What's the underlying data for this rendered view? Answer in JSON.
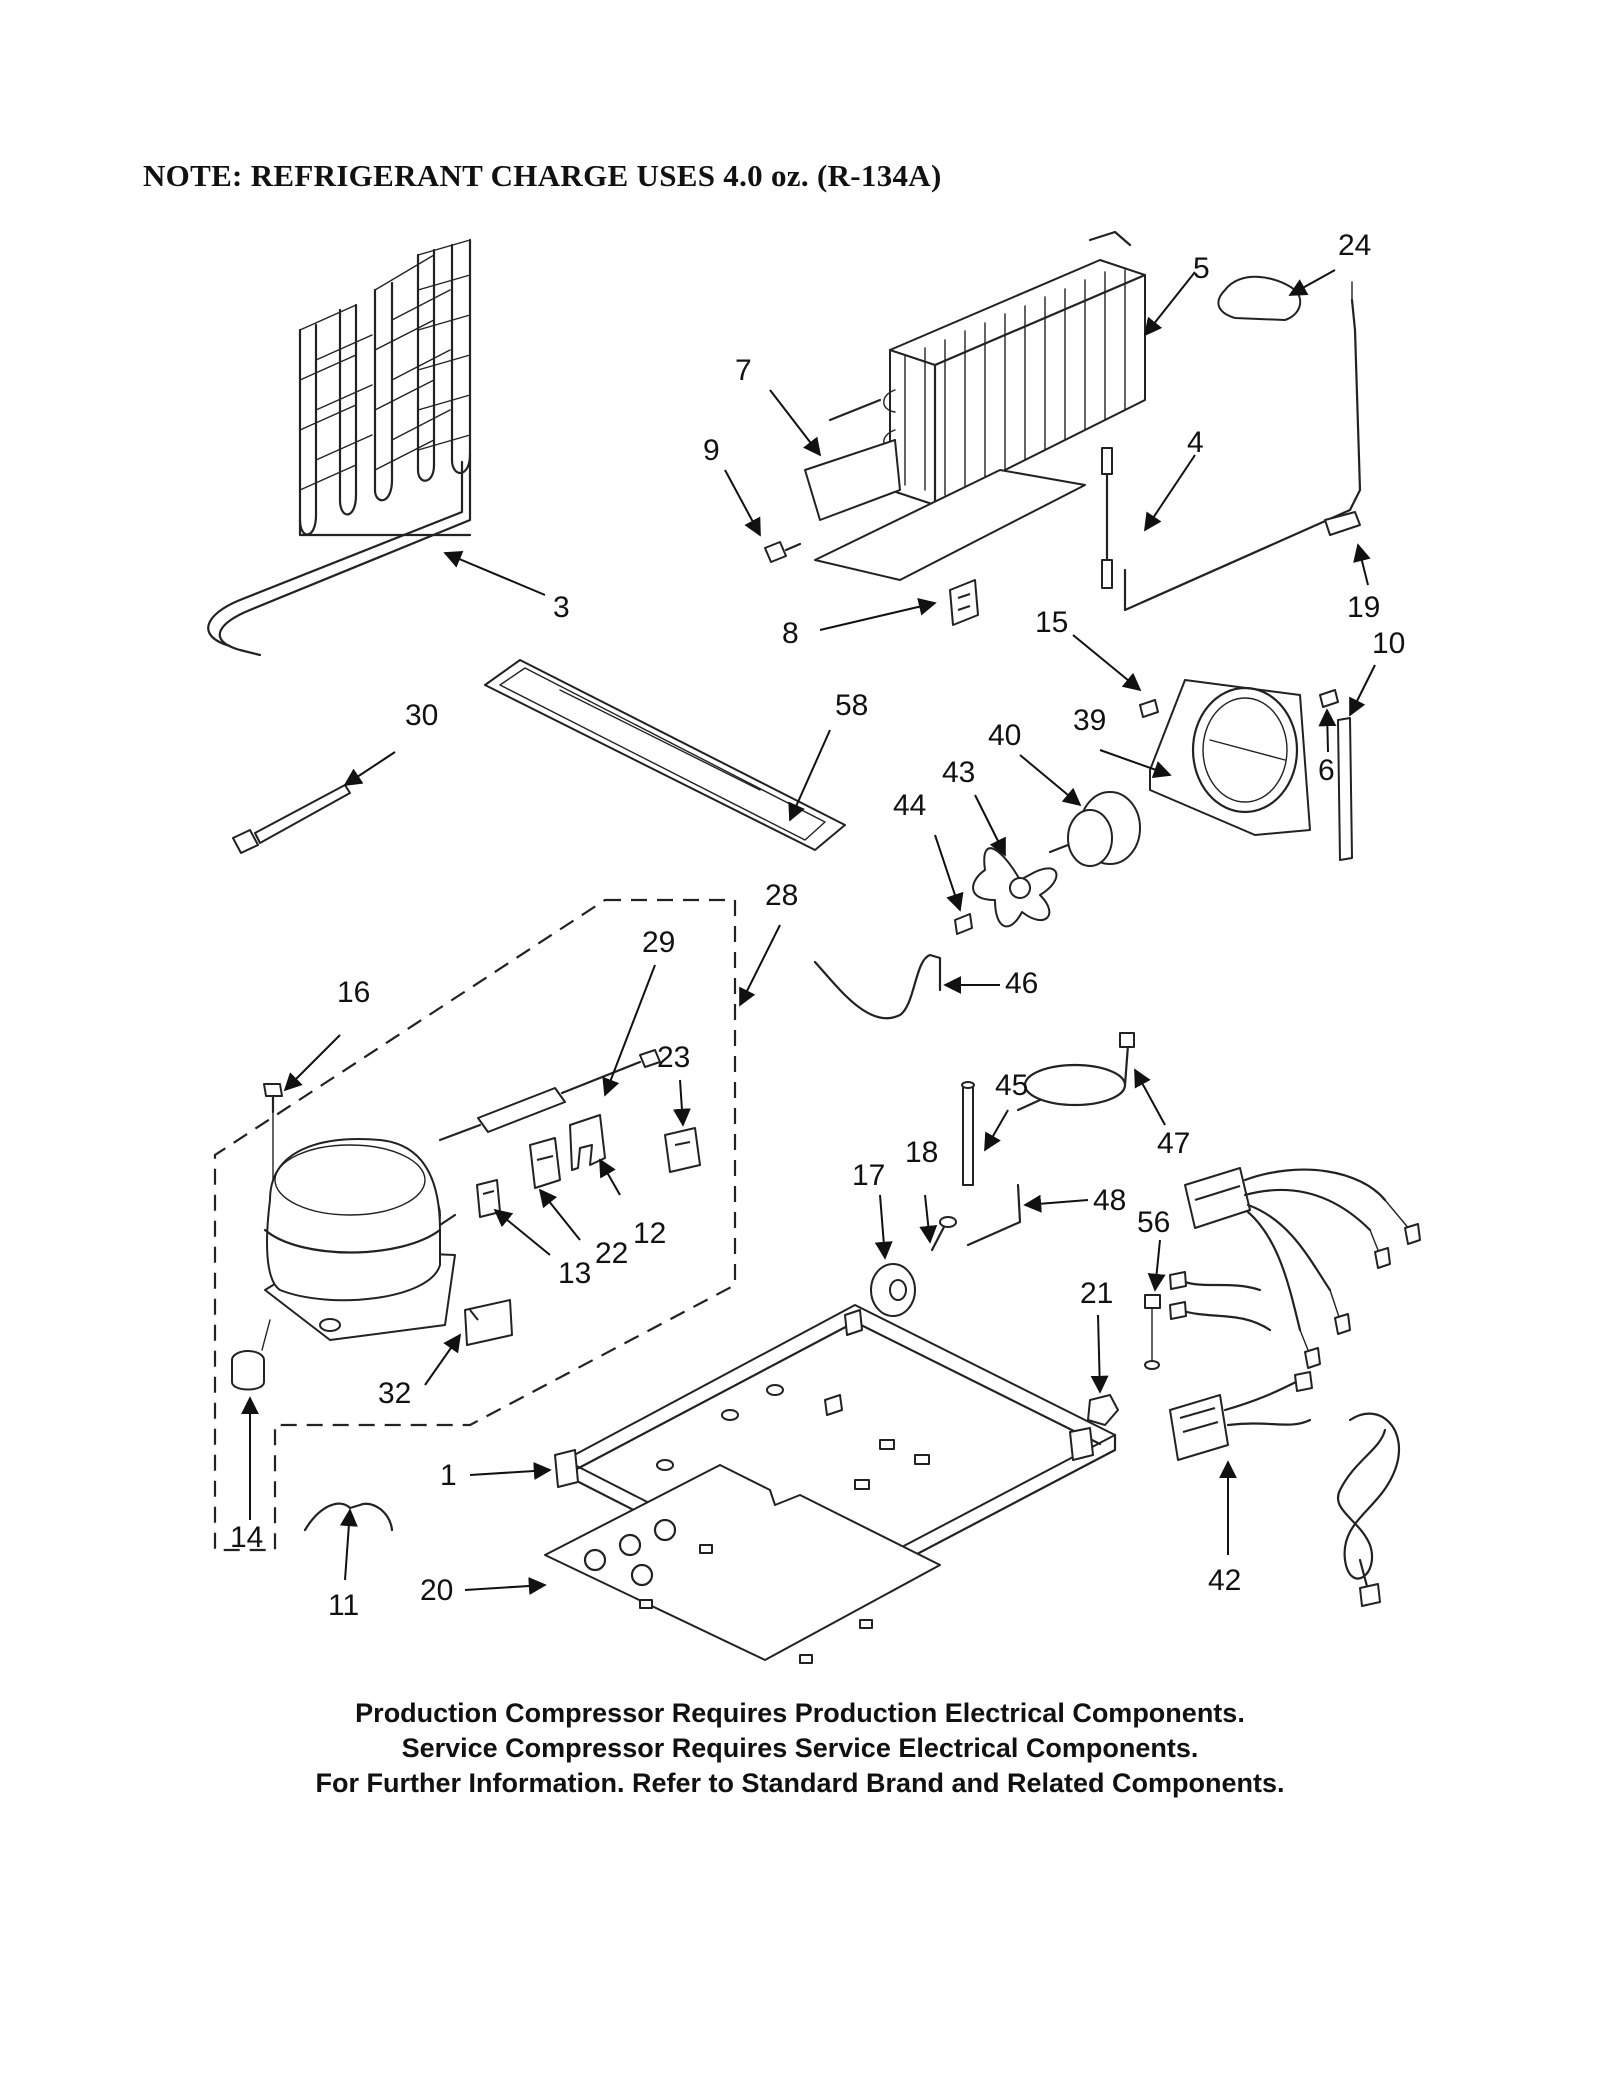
{
  "note": "NOTE: REFRIGERANT CHARGE USES 4.0 oz. (R-134A)",
  "parts": {
    "p1": "1",
    "p3": "3",
    "p4": "4",
    "p5": "5",
    "p6": "6",
    "p7": "7",
    "p8": "8",
    "p9": "9",
    "p10": "10",
    "p11": "11",
    "p12": "12",
    "p13": "13",
    "p14": "14",
    "p15": "15",
    "p16": "16",
    "p17": "17",
    "p18": "18",
    "p19": "19",
    "p20": "20",
    "p21": "21",
    "p22": "22",
    "p23": "23",
    "p24": "24",
    "p28": "28",
    "p29": "29",
    "p30": "30",
    "p32": "32",
    "p39": "39",
    "p40": "40",
    "p42": "42",
    "p43": "43",
    "p44": "44",
    "p45": "45",
    "p46": "46",
    "p47": "47",
    "p48": "48",
    "p56": "56",
    "p58": "58"
  },
  "footer": {
    "line1": "Production Compressor Requires Production Electrical Components.",
    "line2": "Service Compressor Requires Service Electrical Components.",
    "line3": "For Further Information. Refer to Standard Brand and Related Components."
  }
}
